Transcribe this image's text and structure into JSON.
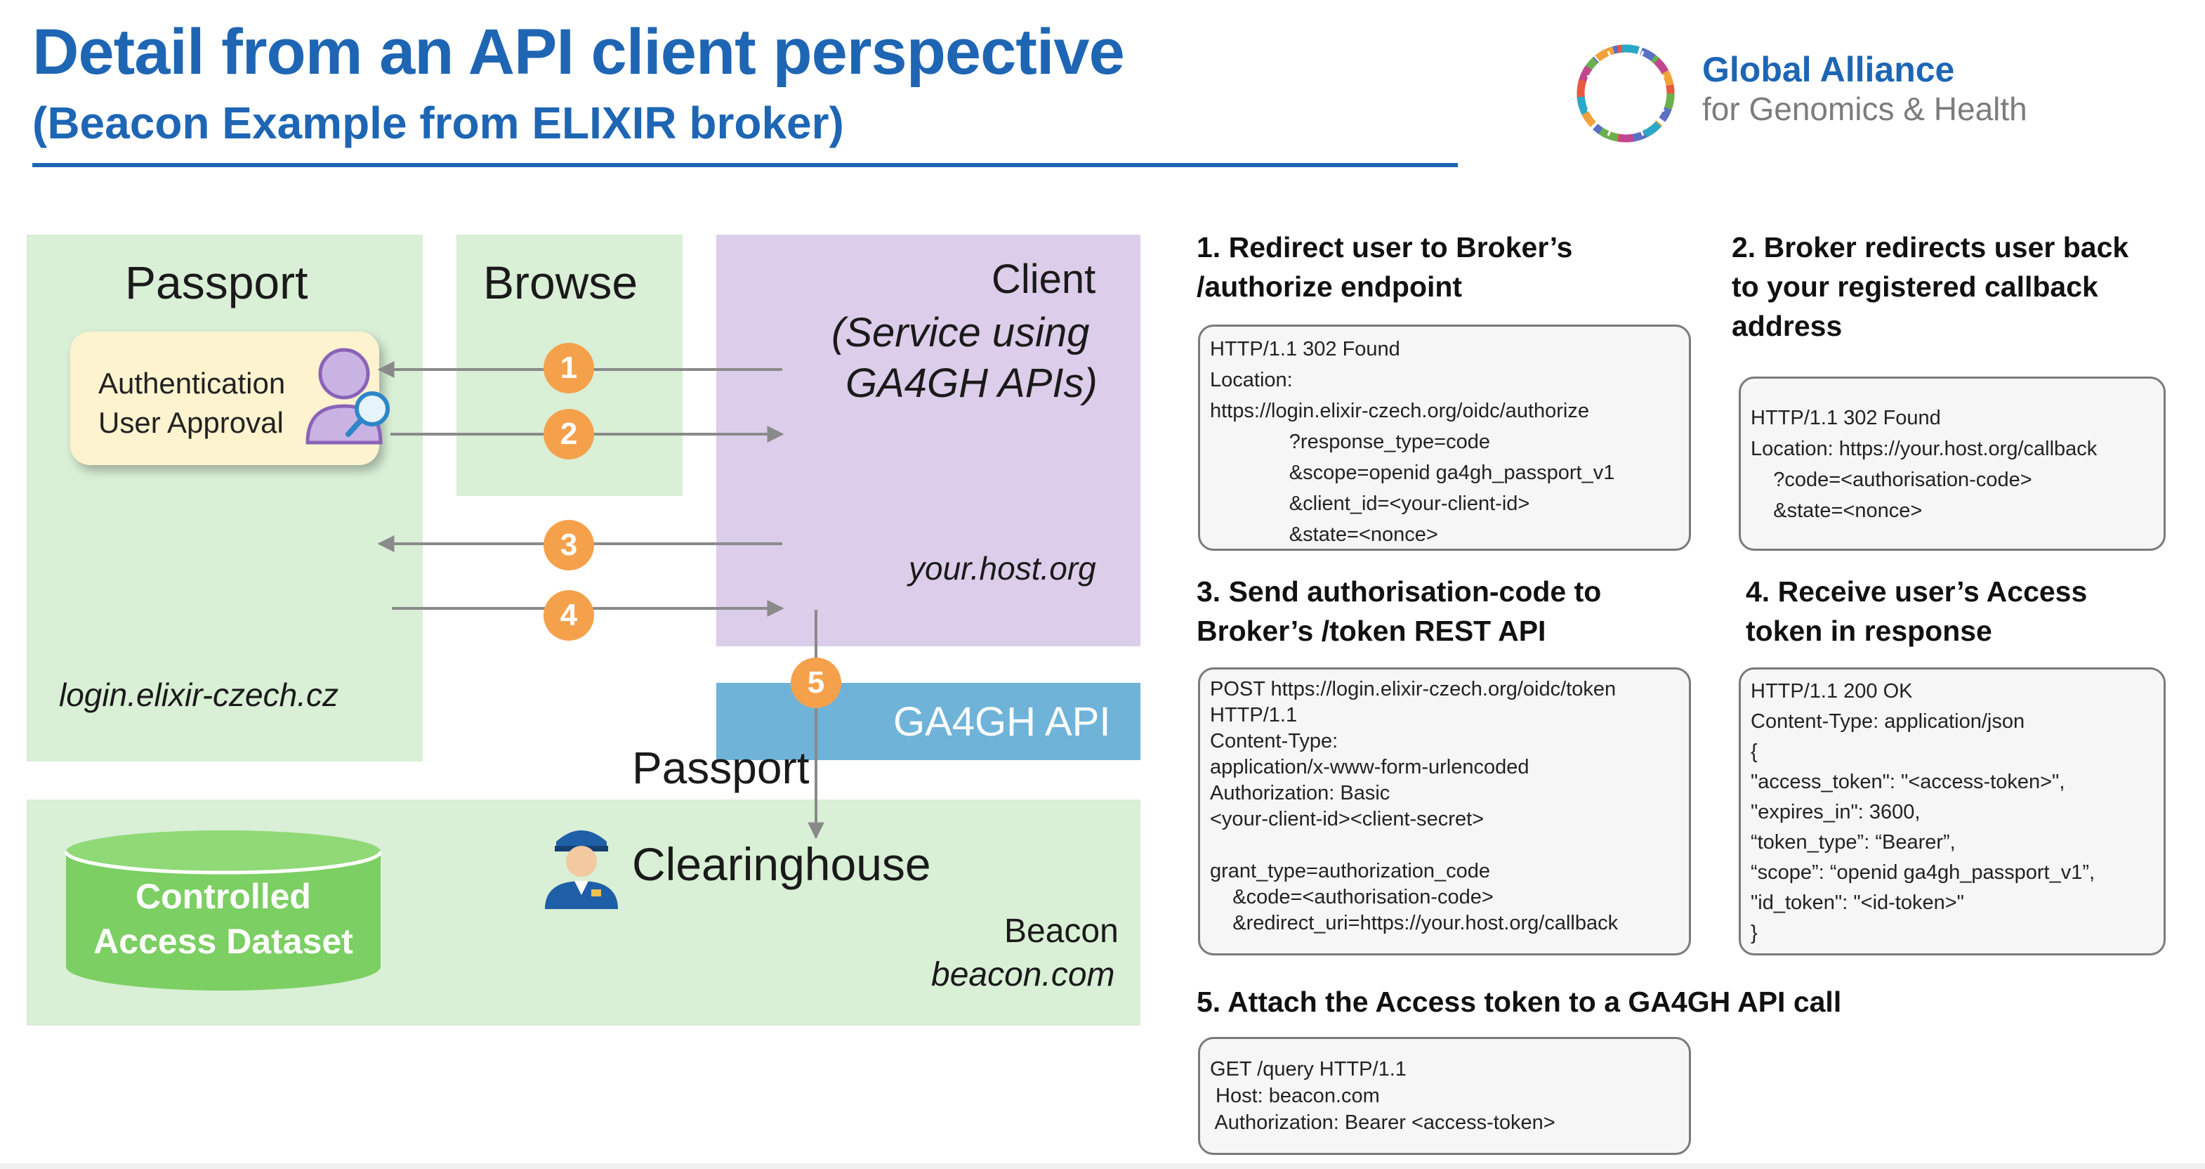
{
  "header": {
    "title": "Detail from an API client perspective",
    "subtitle": "(Beacon Example from ELIXIR broker)"
  },
  "logo": {
    "line1": "Global Alliance",
    "line2": "for Genomics & Health"
  },
  "diagram": {
    "passport_panel": {
      "title": "Passport",
      "host": "login.elixir-czech.cz"
    },
    "auth_box": {
      "line1": "Authentication",
      "line2": "User Approval"
    },
    "browse_panel": {
      "title": "Browse"
    },
    "client_panel": {
      "line1": "Client",
      "line2": "(Service using",
      "line3": "GA4GH APIs)",
      "host": "your.host.org"
    },
    "ga4gh_api": "GA4GH API",
    "clearinghouse": {
      "line1": "Passport",
      "line2": "Clearinghouse"
    },
    "beacon": {
      "name": "Beacon",
      "host": "beacon.com"
    },
    "dataset": {
      "line1": "Controlled",
      "line2": "Access Dataset"
    },
    "steps": [
      "1",
      "2",
      "3",
      "4",
      "5"
    ]
  },
  "steps": {
    "s1": {
      "title_line1": "1. Redirect user to Broker’s",
      "title_line2": "/authorize endpoint",
      "code": [
        "HTTP/1.1 302 Found",
        "Location:",
        "https://login.elixir-czech.org/oidc/authorize",
        "              ?response_type=code",
        "              &scope=openid ga4gh_passport_v1",
        "              &client_id=<your-client-id>",
        "              &state=<nonce>"
      ]
    },
    "s2": {
      "title_line1": "2. Broker redirects user back",
      "title_line2": "to your registered callback",
      "title_line3": "address",
      "code": [
        "HTTP/1.1 302 Found",
        "Location: https://your.host.org/callback",
        "    ?code=<authorisation-code>",
        "    &state=<nonce>"
      ]
    },
    "s3": {
      "title_line1": "3. Send authorisation-code to",
      "title_line2": "Broker’s /token REST API",
      "code": [
        "POST https://login.elixir-czech.org/oidc/token",
        "HTTP/1.1",
        "Content-Type:",
        "application/x-www-form-urlencoded",
        "Authorization: Basic",
        "<your-client-id><client-secret>",
        "",
        "grant_type=authorization_code",
        "    &code=<authorisation-code>",
        "    &redirect_uri=https://your.host.org/callback"
      ]
    },
    "s4": {
      "title_line1": "4. Receive user’s Access",
      "title_line2": "token in response",
      "code": [
        "HTTP/1.1 200 OK",
        "Content-Type: application/json",
        "{",
        "\"access_token\": \"<access-token>\",",
        "\"expires_in\": 3600,",
        "“token_type”: “Bearer”,",
        "“scope”: “openid ga4gh_passport_v1”,",
        "\"id_token\": \"<id-token>\"",
        "}"
      ]
    },
    "s5": {
      "title": "5. Attach the Access token to a GA4GH API call",
      "code": [
        "GET /query HTTP/1.1",
        " Host: beacon.com",
        " Authorization: Bearer <access-token>"
      ]
    }
  },
  "colors": {
    "brand_blue": "#1e66b4",
    "panel_green": "#d9efd6",
    "panel_purple": "#dccdea",
    "api_blue": "#6fb3d9",
    "step_orange": "#f5a14c",
    "dataset_green": "#7ccf63"
  }
}
